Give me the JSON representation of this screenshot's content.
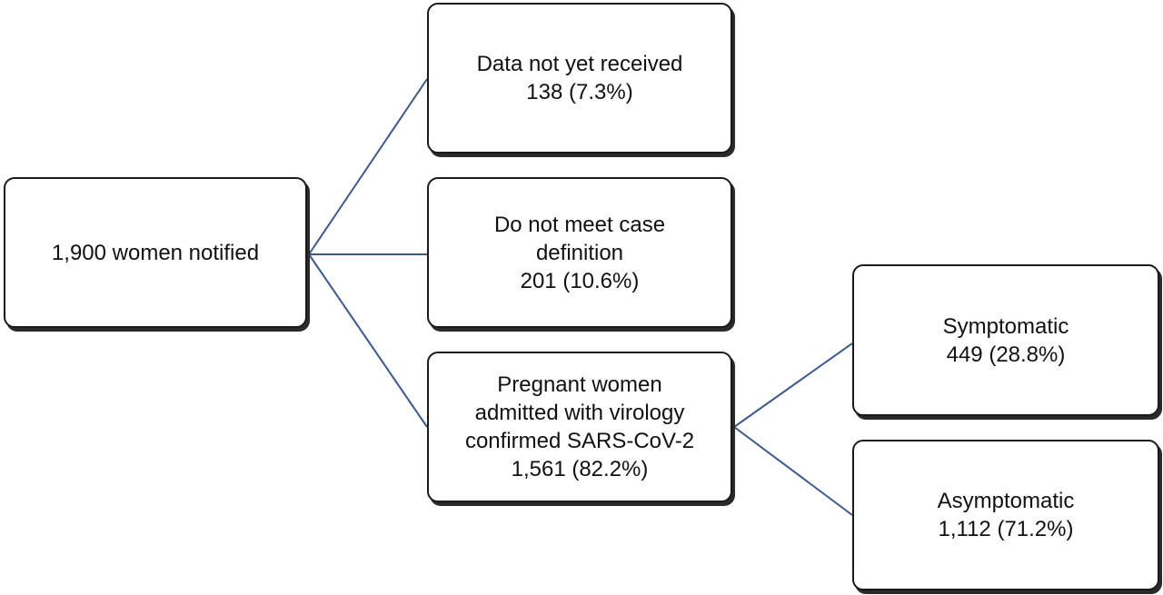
{
  "nodes": {
    "root": {
      "lines": [
        "1,900 women notified"
      ]
    },
    "not_received": {
      "lines": [
        "Data not yet received",
        "138 (7.3%)"
      ]
    },
    "not_meet": {
      "lines": [
        "Do not meet case",
        "definition",
        "201 (10.6%)"
      ]
    },
    "confirmed": {
      "lines": [
        "Pregnant women",
        "admitted with virology",
        "confirmed SARS-CoV-2",
        "1,561 (82.2%)"
      ]
    },
    "symptomatic": {
      "lines": [
        "Symptomatic",
        "449 (28.8%)"
      ]
    },
    "asymptomatic": {
      "lines": [
        "Asymptomatic",
        "1,112 (71.2%)"
      ]
    }
  },
  "colors": {
    "connector": "#3b5a8c",
    "border": "#1a1a1a"
  }
}
